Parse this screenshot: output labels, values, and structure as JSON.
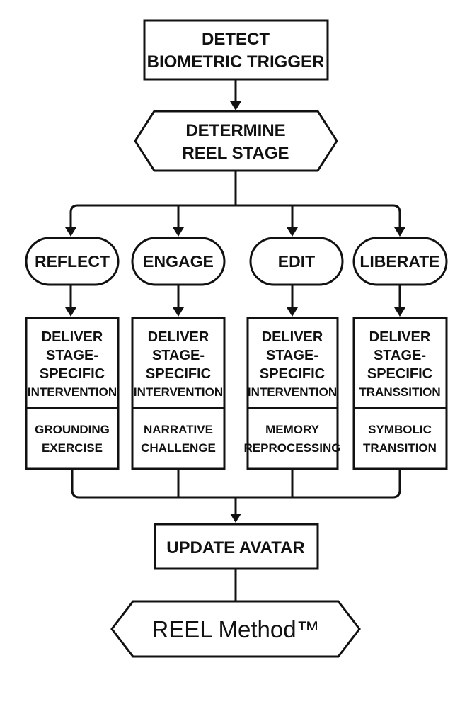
{
  "nodes": {
    "detect": [
      "DETECT",
      "BIOMETRIC TRIGGER"
    ],
    "determine": [
      "DETERMINE",
      "REEL STAGE"
    ],
    "update": "UPDATE AVATAR",
    "brand": "REEL Method™"
  },
  "stages": [
    {
      "name": "REFLECT",
      "action": [
        "DELIVER",
        "STAGE-",
        "SPECIFIC",
        "INTERVENTION"
      ],
      "detail": [
        "GROUNDING",
        "EXERCISE"
      ]
    },
    {
      "name": "ENGAGE",
      "action": [
        "DELIVER",
        "STAGE-",
        "SPECIFIC",
        "INTERVENTION"
      ],
      "detail": [
        "NARRATIVE",
        "CHALLENGE"
      ]
    },
    {
      "name": "EDIT",
      "action": [
        "DELIVER",
        "STAGE-",
        "SPECIFIC",
        "INTERVENTION"
      ],
      "detail": [
        "MEMORY",
        "REPROCESSING"
      ]
    },
    {
      "name": "LIBERATE",
      "action": [
        "DELIVER",
        "STAGE-",
        "SPECIFIC",
        "TRANSSITION"
      ],
      "detail": [
        "SYMBOLIC",
        "TRANSITION"
      ]
    }
  ]
}
